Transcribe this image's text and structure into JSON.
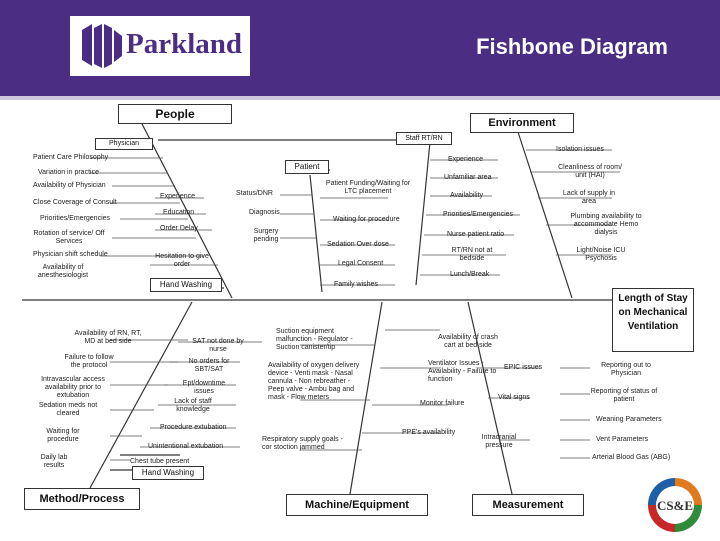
{
  "header": {
    "brand": "Parkland",
    "title": "Fishbone Diagram"
  },
  "effect": "Length of Stay on Mechanical Ventilation",
  "categories": {
    "people": "People",
    "environment": "Environment",
    "method": "Method/Process",
    "machine": "Machine/Equipment",
    "measurement": "Measurement"
  },
  "people": {
    "physician": "Physician",
    "patient": "Patient",
    "staff": "Staff RT/RN",
    "hand_washing": "Hand Washing",
    "left": [
      "Patient Care Philosophy",
      "Variation in practice",
      "Availability of Physician",
      "Close Coverage of Consult",
      "Priorities/Emergencies",
      "Rotation of service/ Off Services",
      "Physician shift schedule",
      "Availability of anesthesiologist"
    ],
    "mid": [
      "Experience",
      "Education",
      "Order Delay",
      "Hesitation to give order"
    ],
    "patient_left": [
      "Status/DNR",
      "Diagnosis",
      "Surgery pending"
    ],
    "patient_right": [
      "Patient Funding/Waiting for LTC placement",
      "Waiting for procedure",
      "Sedation Over dose",
      "Legal Consent",
      "Family wishes"
    ],
    "staff_items": [
      "Experience",
      "Unfamiliar area",
      "Availability",
      "Priorities/Emergencies",
      "Nurse patient ratio",
      "RT/RN not at bedside",
      "Lunch/Break"
    ]
  },
  "environment": {
    "items": [
      "Isolation issues",
      "Cleanliness of room/ unit (HAI)",
      "Lack of supply in area",
      "Plumbing availability to accommodate Hemo dialysis",
      "Light/Noise ICU Psychosis"
    ]
  },
  "method": {
    "items": [
      "Availability of RN, RT, MD at bed side",
      "Failure to follow the protocol",
      "Intravascular access availability prior to extubation",
      "Sedation meds not cleared",
      "Waiting for procedure",
      "Daily lab results"
    ],
    "mid": [
      "SAT not done by nurse",
      "No orders for SBT/SAT",
      "Ept/downtime issues",
      "Lack of staff knowledge",
      "Procedure extubation",
      "Unintentional extubation",
      "Chest tube present"
    ],
    "hand_washing": "Hand Washing"
  },
  "machine": {
    "items": [
      "Suction equipment malfunction - Regulator - Suction canister/tip",
      "Availability of oxygen delivery device - Venti mask - Nasal cannula - Non rebreather - Peep valve - Ambu bag and mask - Flow meters",
      "Respiratory supply goals - cor stoction jammed"
    ],
    "right": [
      "Availability of crash cart at bed side",
      "Ventilator Issues - Availability - Failure to function",
      "Monitor failure",
      "PPE's availability"
    ]
  },
  "measurement": {
    "left": [
      "EPIC issues",
      "Vital signs",
      "Intracranial pressure"
    ],
    "right": [
      "Reporting out to Physician",
      "Reporting of status of patient",
      "Weaning Parameters",
      "Vent Parameters",
      "Arterial Blood Gas (ABG)"
    ]
  },
  "footer_logo": {
    "text": "CS&E"
  }
}
